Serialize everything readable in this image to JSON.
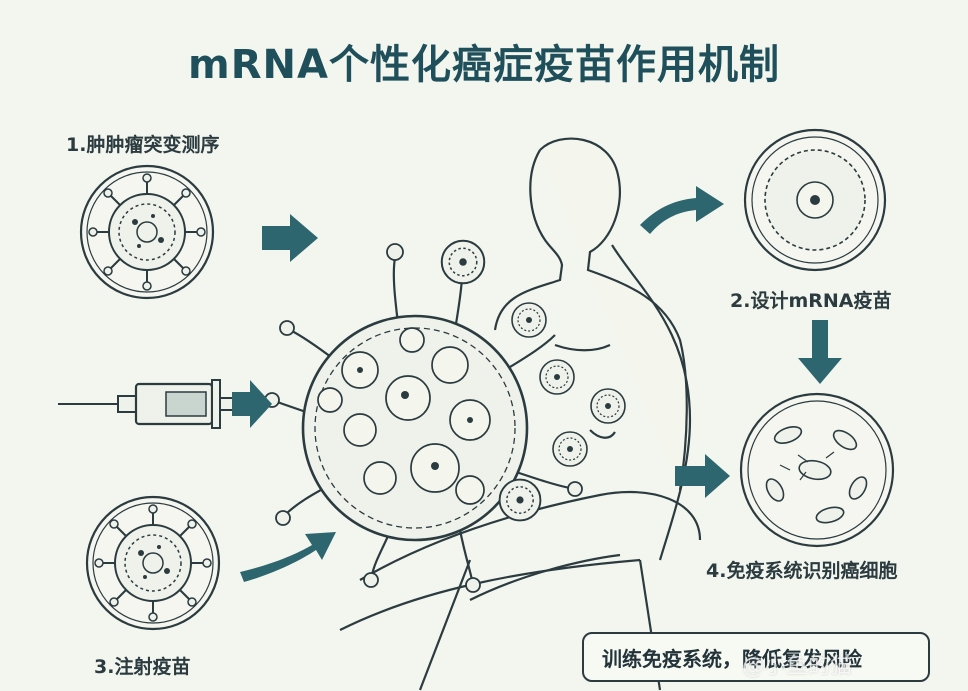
{
  "title": "mRNA个性化癌症疫苗作用机制",
  "steps": {
    "step1": "1.肿肿瘤突变测序",
    "step2": "2.设计mRNA疫苗",
    "step3": "3.注射疫苗",
    "step4": "4.免疫系统识别癌细胞"
  },
  "summary": "训练免疫系统，降低复发风险",
  "watermark": "@小鱼的猫",
  "colors": {
    "background": "#f3f6ee",
    "arrow": "#2e6670",
    "line": "#2b3b40",
    "title": "#1f4f5a"
  },
  "icons": [
    "virus-icon",
    "syringe-icon",
    "human-figure-icon",
    "tumor-cell-icon",
    "arrow-icon"
  ]
}
